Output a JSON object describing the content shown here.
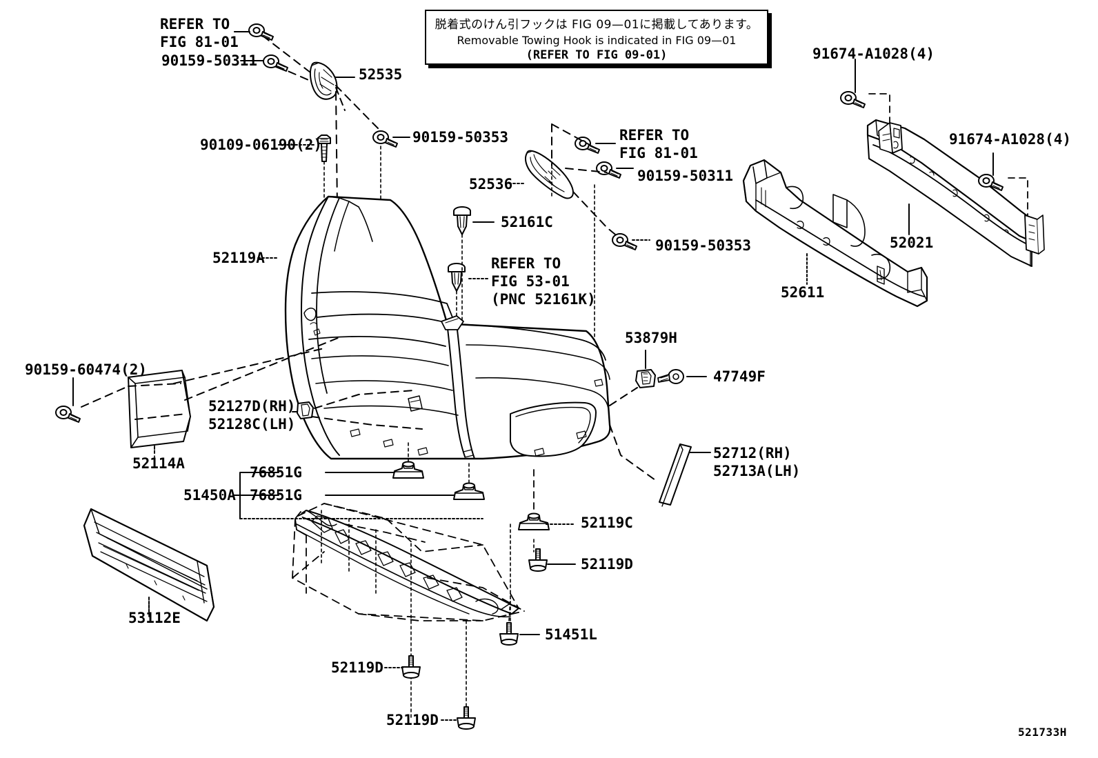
{
  "figure": {
    "id": "521733H",
    "title_note": {
      "japanese": "脱着式のけん引フックは FIG 09—01に掲載してあります。",
      "english": "Removable Towing Hook is indicated in FIG 09—01",
      "reference": "(REFER TO FIG 09-01)"
    }
  },
  "labels": {
    "refer_fig81_01_a": "REFER TO\nFIG 81-01",
    "bolt_90159_50311_a": "90159-50311",
    "part_52535": "52535",
    "bolt_90109_06190": "90109-06190(2)",
    "bolt_90159_50353_a": "90159-50353",
    "part_52119A": "52119A",
    "clip_52161C": "52161C",
    "refer_fig53_01": "REFER TO\nFIG 53-01\n(PNC 52161K)",
    "part_52536": "52536",
    "refer_fig81_01_b": "REFER TO\nFIG 81-01",
    "bolt_90159_50311_b": "90159-50311",
    "bolt_90159_50353_b": "90159-50353",
    "bolt_91674_A1028_a": "91674-A1028(4)",
    "bolt_91674_A1028_b": "91674-A1028(4)",
    "part_52021": "52021",
    "part_52611": "52611",
    "part_53879H": "53879H",
    "part_47749F": "47749F",
    "bolt_90159_60474": "90159-60474(2)",
    "part_52114A": "52114A",
    "part_52127D_52128C": "52127D(RH)\n52128C(LH)",
    "part_52712_52713A": "52712(RH)\n52713A(LH)",
    "part_76851G_a": "76851G",
    "part_51450A": "51450A",
    "part_76851G_b": "76851G",
    "part_53112E": "53112E",
    "part_52119C": "52119C",
    "part_52119D_a": "52119D",
    "part_51451L": "51451L",
    "part_52119D_b": "52119D",
    "part_52119D_c": "52119D"
  },
  "colors": {
    "line": "#000000",
    "background": "#ffffff"
  }
}
